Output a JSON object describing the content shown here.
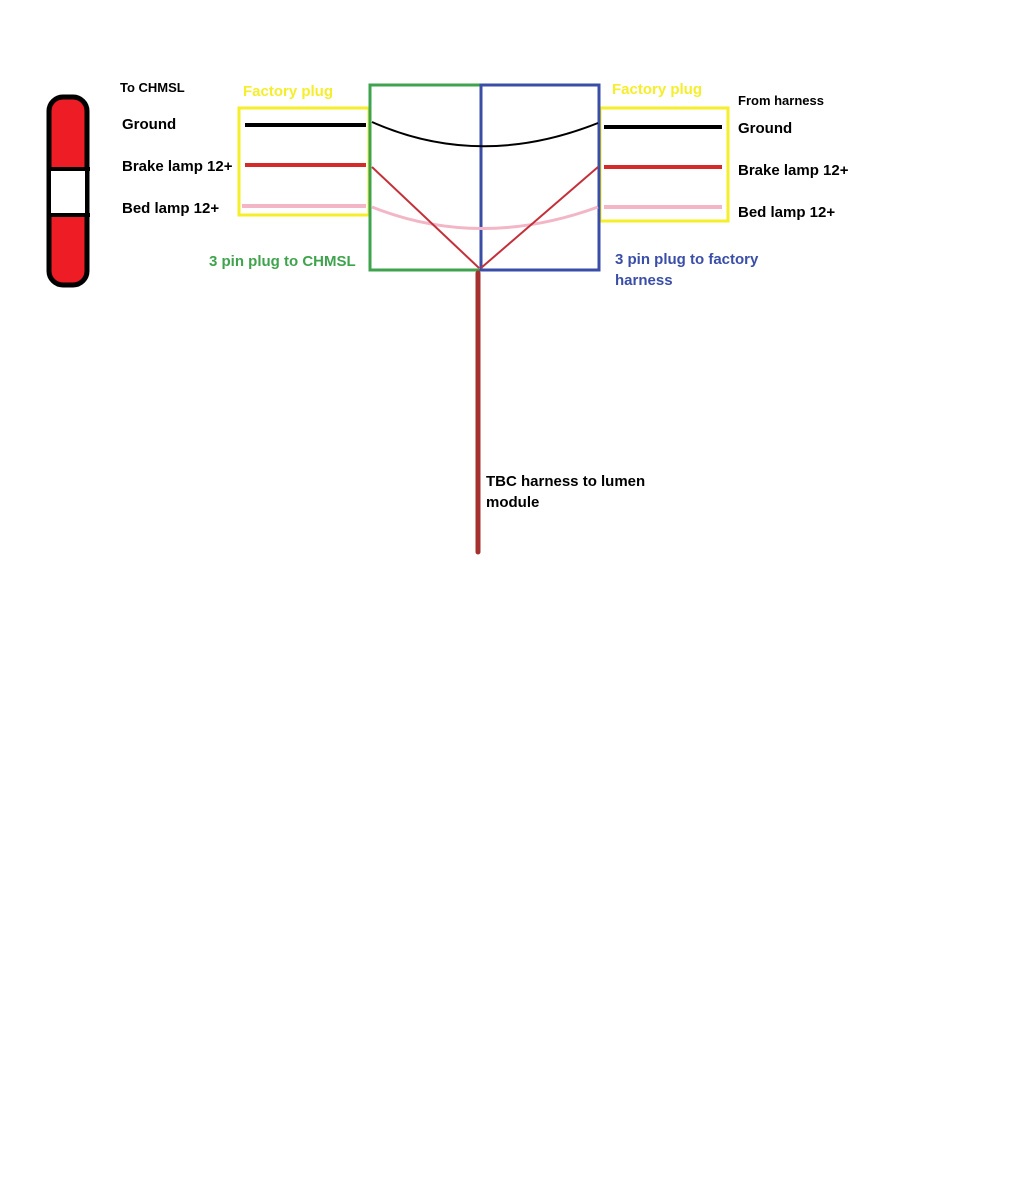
{
  "colors": {
    "ground_wire": "#000000",
    "brake_wire": "#d42a2a",
    "bed_wire": "#f2b6c6",
    "factory_plug_outline": "#f5ee2a",
    "chmsl_plug_outline": "#3fa34d",
    "harness_plug_outline": "#3a4ea8",
    "tbc_wire": "#a53030",
    "lamp_red": "#ee1c24"
  },
  "labels": {
    "to_chmsl": "To CHMSL",
    "from_harness": "From harness",
    "factory_plug_left": "Factory plug",
    "factory_plug_right": "Factory plug",
    "ground_left": "Ground",
    "brake_left": "Brake lamp 12+",
    "bed_left": "Bed lamp 12+",
    "ground_right": "Ground",
    "brake_right": "Brake lamp 12+",
    "bed_right": "Bed lamp 12+",
    "chmsl_plug": "3 pin plug to CHMSL",
    "harness_plug_line1": "3 pin plug to factory",
    "harness_plug_line2": "harness",
    "tbc_line1": "TBC harness to lumen",
    "tbc_line2": "module"
  }
}
